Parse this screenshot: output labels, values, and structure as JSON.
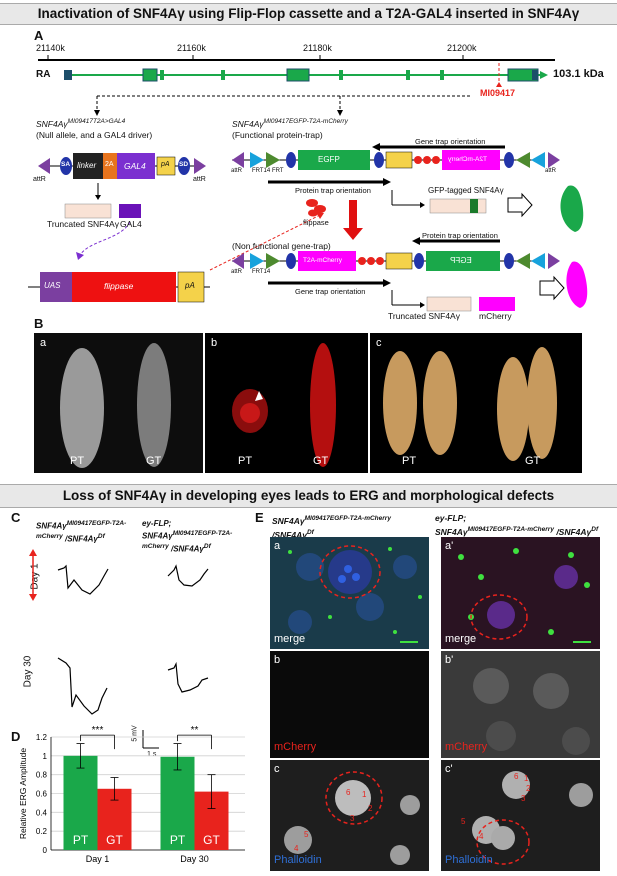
{
  "header_top": "Inactivation of SNF4Aγ using Flip-Flop cassette and a T2A-GAL4 inserted in SNF4Aγ",
  "header_bottom": "Loss of SNF4Aγ in developing eyes leads to ERG and morphological defects",
  "panelA": {
    "letter": "A",
    "coords": [
      "21140k",
      "21160k",
      "21180k",
      "21200k"
    ],
    "transcript": "RA",
    "kda": "103.1 kDa",
    "mimic": "MI09417",
    "left_title": "SNF4Aγ",
    "left_sup": "MI09417T2A>GAL4",
    "left_sub": "(Null allele, and a GAL4 driver)",
    "cassette_left": [
      "SA",
      "linker",
      "2A",
      "GAL4",
      "pA",
      "SD"
    ],
    "attR": "attR",
    "truncated": "Truncated SNF4Aγ",
    "gal4": "GAL4",
    "uas_parts": [
      "UAS",
      "flippase",
      "pA"
    ],
    "flippase": "flippase",
    "right_title": "SNF4Aγ",
    "right_sup": "MI09417EGFP-T2A-mCherry",
    "right_sub": "(Functional protein-trap)",
    "gene_trap_orient": "Gene trap orientation",
    "protein_trap_orient": "Protein trap orientation",
    "frt": [
      "FRT14",
      "FRT"
    ],
    "egfp": "EGFP",
    "t2a": "T2A-mCherry",
    "gfp_tagged": "GFP-tagged SNF4Aγ",
    "nonfunc": "(Non functional gene-trap)",
    "truncated2": "Truncated SNF4Aγ",
    "mcherry": "mCherry"
  },
  "panelB": {
    "letter": "B",
    "sub": [
      "a",
      "b",
      "c"
    ],
    "pt": "PT",
    "gt": "GT"
  },
  "panelC": {
    "letter": "C",
    "left_genotype": "SNF4Aγ",
    "left_sup": "MI09417EGFP-T2A-mCherry",
    "left_df": "/SNF4Aγ",
    "df": "Df",
    "right_genotype": "ey-FLP;",
    "right_gt": "SNF4Aγ",
    "right_sup": "MI09417EGFP-T2A-mCherry",
    "right_df": "/SNF4Aγ",
    "day1": "Day 1",
    "day30": "Day 30",
    "scale_v": "5 mV",
    "scale_t": "1 s"
  },
  "panelD": {
    "letter": "D"
  },
  "chart_data": {
    "type": "bar",
    "categories": [
      "Day 1",
      "Day 30"
    ],
    "series": [
      {
        "name": "PT",
        "values": [
          1.0,
          0.99
        ],
        "errors": [
          0.13,
          0.14
        ],
        "color": "#1aa84a"
      },
      {
        "name": "GT",
        "values": [
          0.65,
          0.62
        ],
        "errors": [
          0.12,
          0.18
        ],
        "color": "#e8231d"
      }
    ],
    "ylabel": "Relative ERG Amplitude",
    "ylim": [
      0,
      1.2
    ],
    "yticks": [
      "0",
      "0.2",
      "0.4",
      "0.6",
      "0.8",
      "1",
      "1.2"
    ],
    "significance": [
      "***",
      "**"
    ],
    "grid": true
  },
  "panelE": {
    "letter": "E",
    "left_genotype": "SNF4Aγ",
    "left_sup": "MI09417EGFP-T2A-mCherry",
    "left_df": "/SNF4Aγ",
    "df": "Df",
    "right_line1": "ey-FLP;",
    "right_gt": "SNF4Aγ",
    "right_sup": "MI09417EGFP-T2A-mCherry",
    "right_df": "/SNF4Aγ",
    "rows": [
      {
        "l": "a",
        "r": "a'",
        "label": "merge"
      },
      {
        "l": "b",
        "r": "b'",
        "label": "mCherry"
      },
      {
        "l": "c",
        "r": "c'",
        "label": "Phalloidin"
      }
    ],
    "nums": [
      "1",
      "2",
      "3",
      "4",
      "5",
      "6"
    ]
  },
  "colors": {
    "green": "#1aa84a",
    "red": "#e8231d",
    "magenta": "#ff00ff",
    "blue": "#2f6fd6"
  }
}
